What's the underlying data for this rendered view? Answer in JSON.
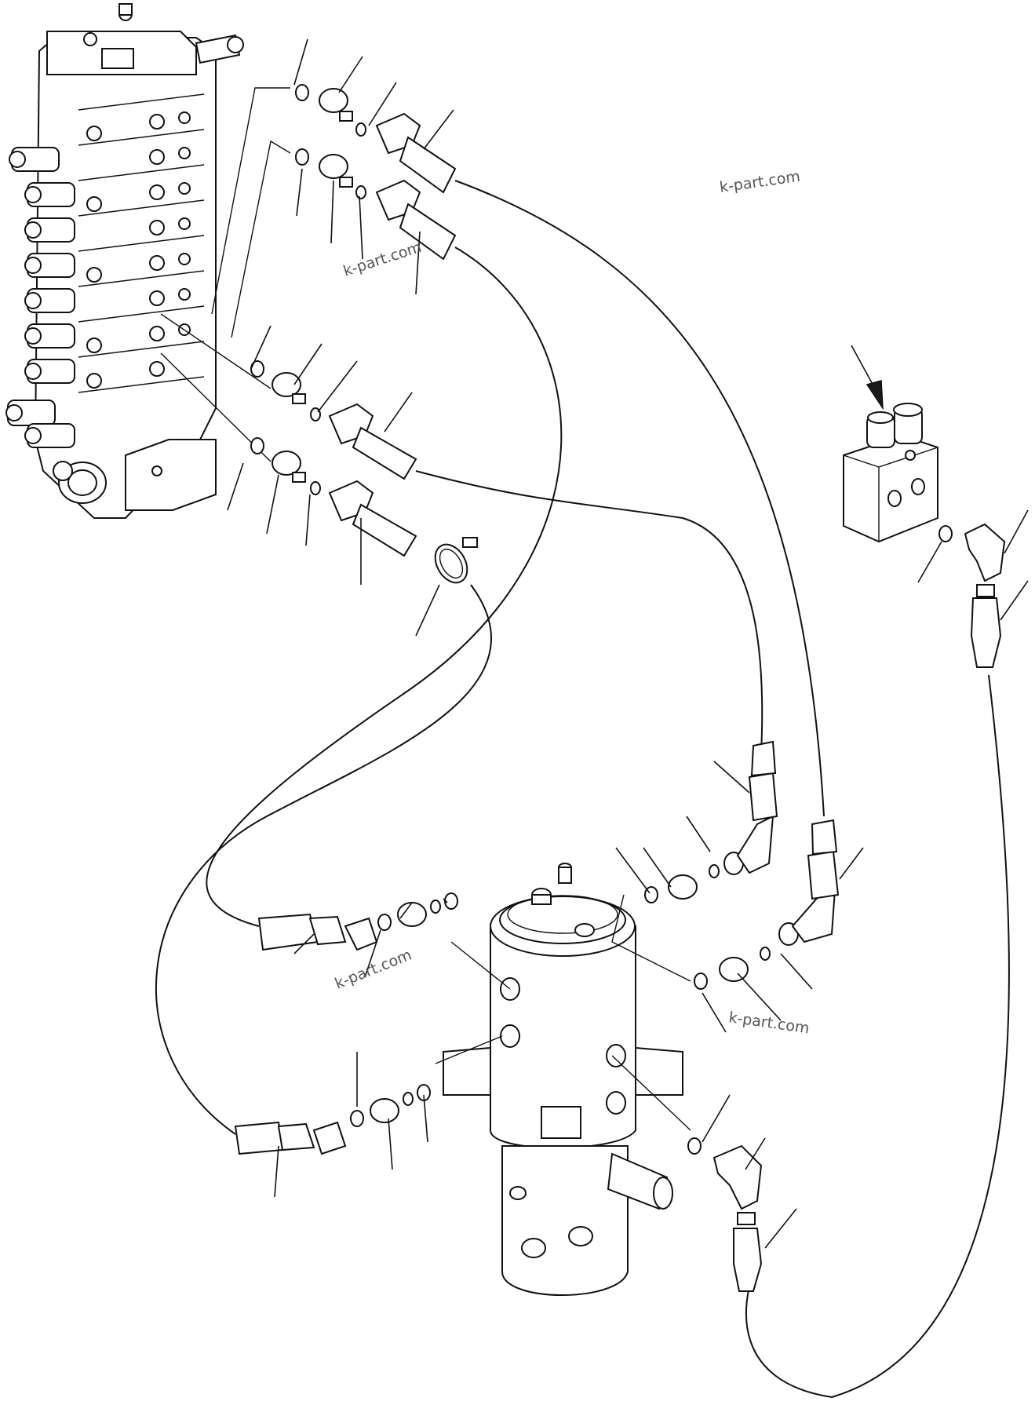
{
  "watermarks": [
    "k-part.com",
    "k-part.com",
    "k-part.com",
    "k-part.com"
  ],
  "icons": {
    "control_valve": "control-valve-icon",
    "swivel_joint": "swivel-joint-icon",
    "solenoid_valve": "solenoid-valve-icon",
    "pointer_arrow": "arrow-icon"
  },
  "colors": {
    "line": "#111111",
    "background": "#ffffff",
    "watermark": "#555555"
  }
}
